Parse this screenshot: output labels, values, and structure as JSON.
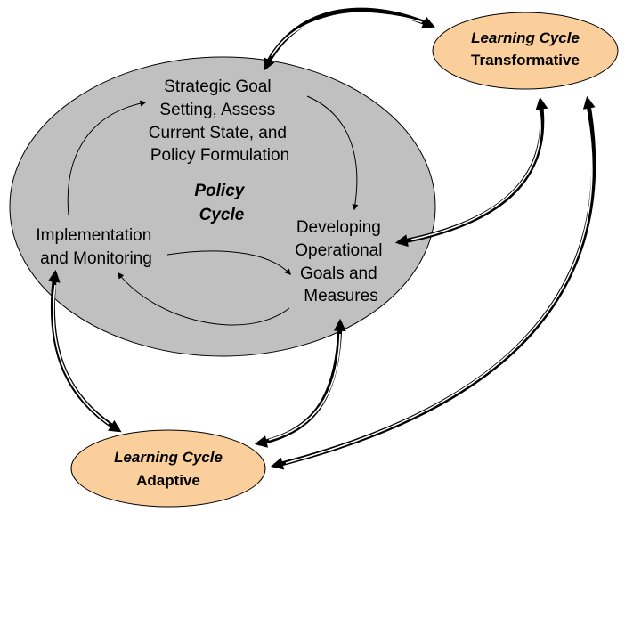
{
  "diagram": {
    "policy_cycle": {
      "label_line1": "Policy",
      "label_line2": "Cycle"
    },
    "nodes": {
      "strategic": {
        "lines": [
          "Strategic Goal",
          "Setting, Assess",
          "Current State, and",
          "Policy Formulation"
        ]
      },
      "developing": {
        "lines": [
          "Developing",
          "Operational",
          "Goals and",
          "Measures"
        ]
      },
      "implementation": {
        "lines": [
          "Implementation",
          "and Monitoring"
        ]
      }
    },
    "learning_transformative": {
      "title": "Learning Cycle",
      "subtitle": "Transformative"
    },
    "learning_adaptive": {
      "title": "Learning Cycle",
      "subtitle": "Adaptive"
    },
    "colors": {
      "policy_fill": "#c0c0c0",
      "learning_fill": "#fbcf9c",
      "stroke": "#000000"
    }
  }
}
